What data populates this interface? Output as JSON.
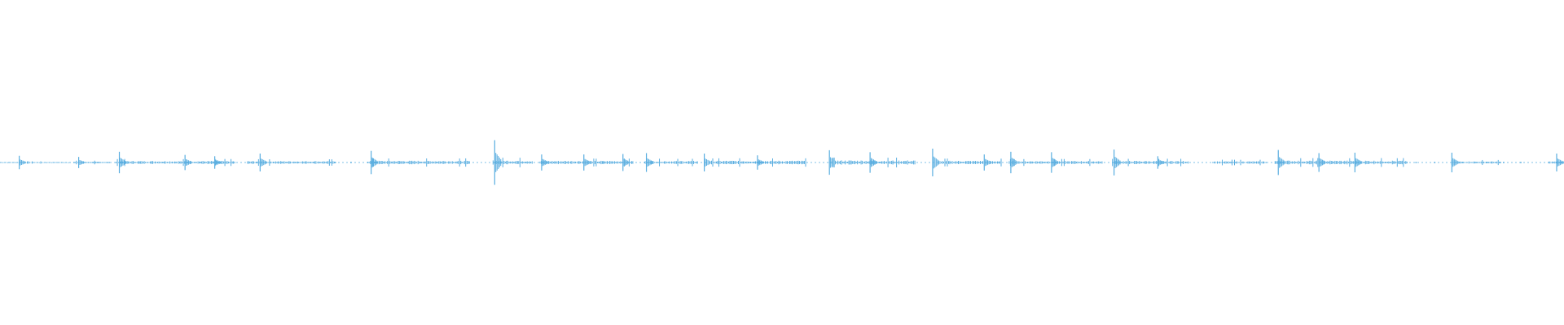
{
  "waveform": {
    "color": "#5aaee0",
    "duration_fraction_visible": 1.0,
    "segments": [
      {
        "start": 0.0,
        "end": 0.045,
        "level": 0.1
      },
      {
        "start": 0.047,
        "end": 0.07,
        "level": 0.16
      },
      {
        "start": 0.074,
        "end": 0.15,
        "level": 0.3
      },
      {
        "start": 0.158,
        "end": 0.215,
        "level": 0.28
      },
      {
        "start": 0.235,
        "end": 0.3,
        "level": 0.35
      },
      {
        "start": 0.315,
        "end": 0.34,
        "level": 0.42
      },
      {
        "start": 0.345,
        "end": 0.405,
        "level": 0.34
      },
      {
        "start": 0.412,
        "end": 0.446,
        "level": 0.32
      },
      {
        "start": 0.45,
        "end": 0.515,
        "level": 0.36
      },
      {
        "start": 0.53,
        "end": 0.585,
        "level": 0.42
      },
      {
        "start": 0.6,
        "end": 0.64,
        "level": 0.34
      },
      {
        "start": 0.645,
        "end": 0.705,
        "level": 0.3
      },
      {
        "start": 0.711,
        "end": 0.76,
        "level": 0.32
      },
      {
        "start": 0.775,
        "end": 0.81,
        "level": 0.24
      },
      {
        "start": 0.815,
        "end": 0.9,
        "level": 0.38
      },
      {
        "start": 0.928,
        "end": 0.96,
        "level": 0.22
      },
      {
        "start": 0.99,
        "end": 1.0,
        "level": 0.22
      }
    ],
    "peaks": [
      {
        "pos": 0.012,
        "level": 0.3
      },
      {
        "pos": 0.05,
        "level": 0.25
      },
      {
        "pos": 0.076,
        "level": 0.48
      },
      {
        "pos": 0.118,
        "level": 0.34
      },
      {
        "pos": 0.137,
        "level": 0.28
      },
      {
        "pos": 0.166,
        "level": 0.4
      },
      {
        "pos": 0.237,
        "level": 0.52
      },
      {
        "pos": 0.316,
        "level": 1.0
      },
      {
        "pos": 0.346,
        "level": 0.36
      },
      {
        "pos": 0.373,
        "level": 0.36
      },
      {
        "pos": 0.398,
        "level": 0.38
      },
      {
        "pos": 0.413,
        "level": 0.42
      },
      {
        "pos": 0.45,
        "level": 0.4
      },
      {
        "pos": 0.484,
        "level": 0.32
      },
      {
        "pos": 0.53,
        "level": 0.55
      },
      {
        "pos": 0.556,
        "level": 0.46
      },
      {
        "pos": 0.596,
        "level": 0.62
      },
      {
        "pos": 0.629,
        "level": 0.36
      },
      {
        "pos": 0.646,
        "level": 0.48
      },
      {
        "pos": 0.672,
        "level": 0.46
      },
      {
        "pos": 0.712,
        "level": 0.58
      },
      {
        "pos": 0.74,
        "level": 0.28
      },
      {
        "pos": 0.817,
        "level": 0.56
      },
      {
        "pos": 0.843,
        "level": 0.42
      },
      {
        "pos": 0.866,
        "level": 0.44
      },
      {
        "pos": 0.928,
        "level": 0.44
      },
      {
        "pos": 0.995,
        "level": 0.4
      }
    ],
    "sparse_dots": [
      0.2,
      0.214,
      0.224,
      0.385,
      0.905,
      0.917,
      0.935,
      0.95,
      0.961,
      0.972
    ]
  }
}
